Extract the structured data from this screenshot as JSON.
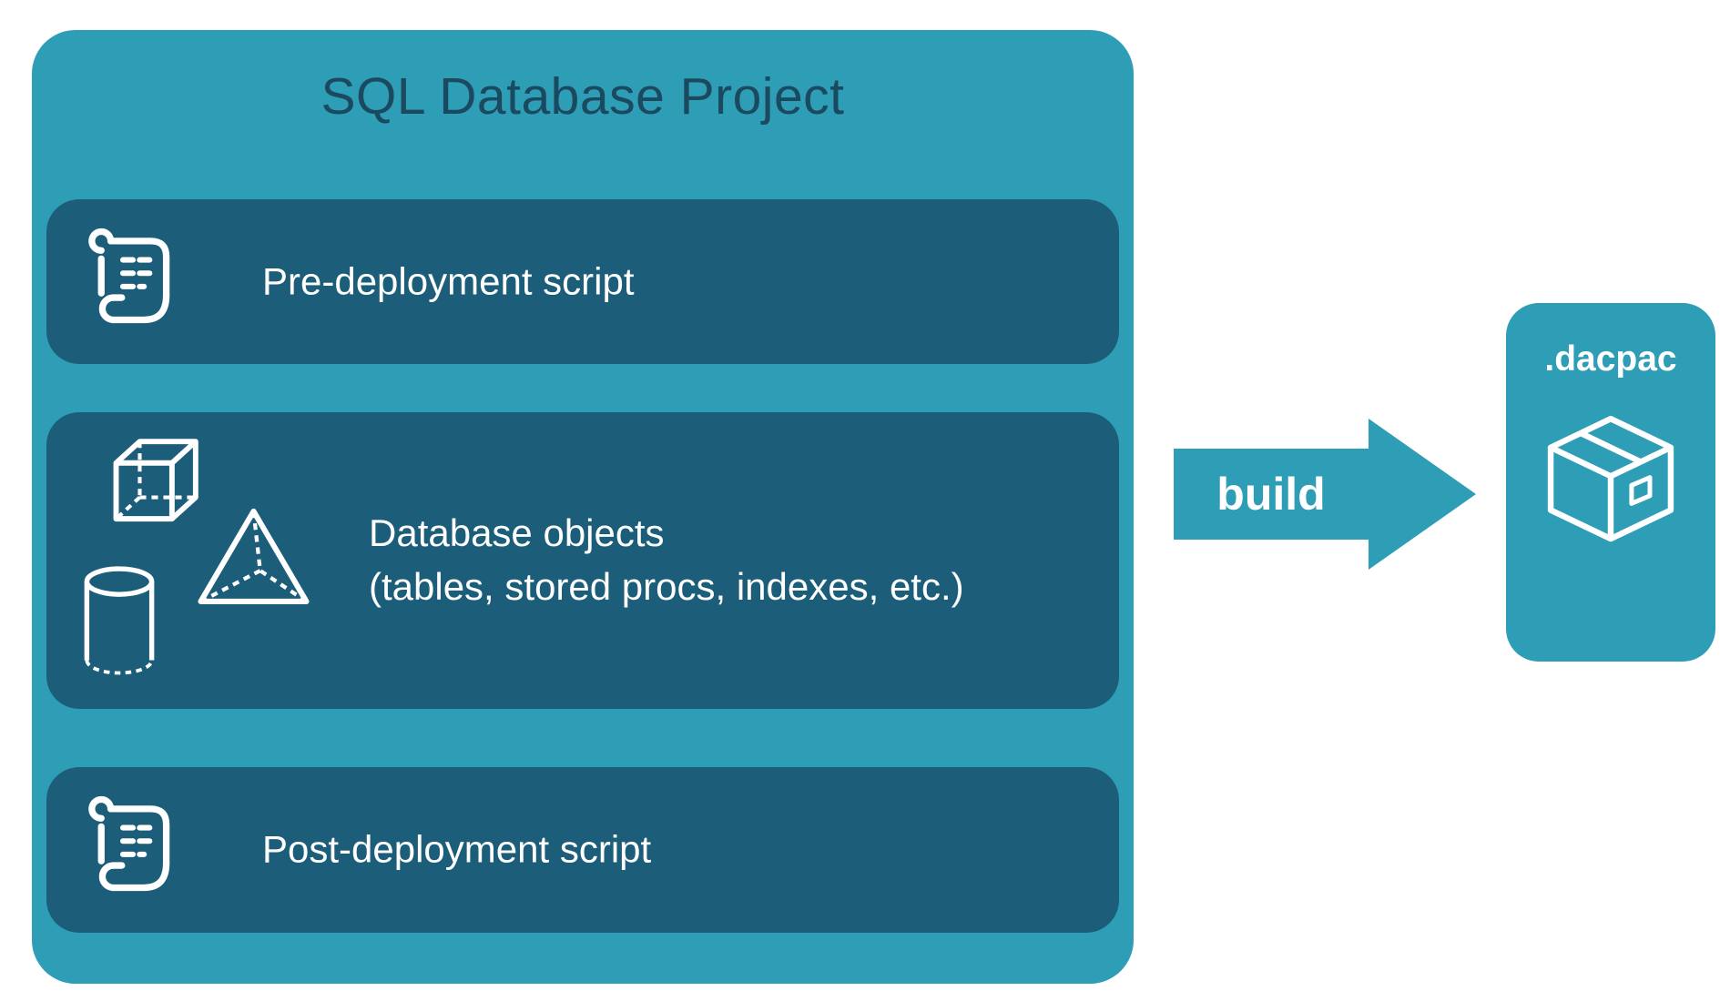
{
  "colors": {
    "canvas": "#FFFFFF",
    "container": "#2E9DB6",
    "item": "#1C5E7A",
    "title_text": "#1B4A60",
    "light_text": "#FFFFFF"
  },
  "diagram": {
    "title": "SQL Database Project",
    "items": [
      {
        "icon": "scroll-icon",
        "label": "Pre-deployment script"
      },
      {
        "icon": "shapes-icon",
        "label": "Database objects",
        "sublabel": "(tables, stored procs, indexes, etc.)"
      },
      {
        "icon": "scroll-icon",
        "label": "Post-deployment script"
      }
    ],
    "arrow": {
      "label": "build"
    },
    "artifact": {
      "label": ".dacpac",
      "icon": "package-icon"
    }
  }
}
